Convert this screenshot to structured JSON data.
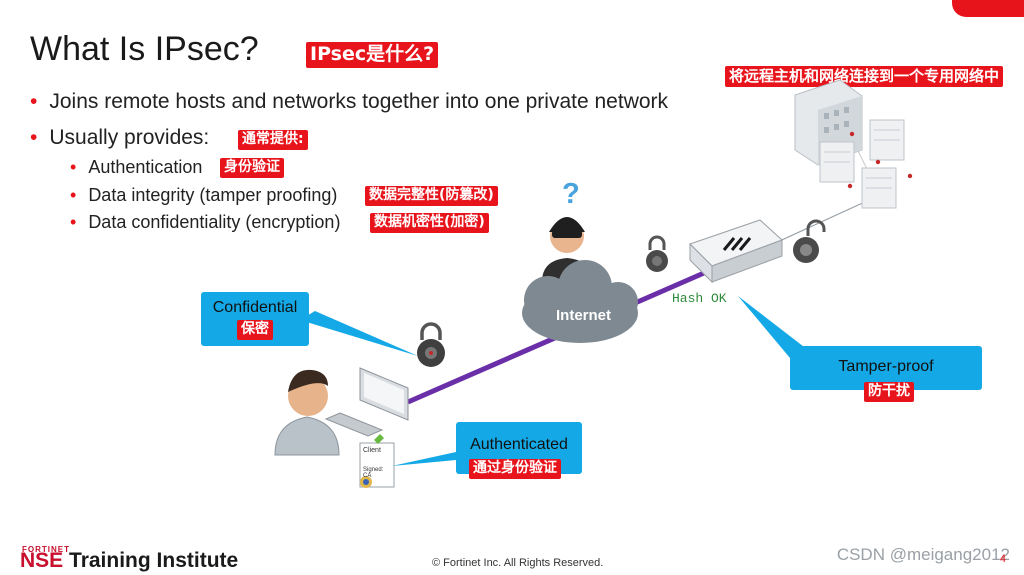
{
  "title": "What Is IPsec?",
  "title_cn": "IPsec是什么?",
  "top_right_cn": "将远程主机和网络连接到一个专用网络中",
  "bullets": [
    {
      "text": "Joins remote hosts and networks together into one private network"
    },
    {
      "text": "Usually provides:",
      "cn": "通常提供:"
    }
  ],
  "sub_bullets": [
    {
      "text": "Authentication",
      "cn": "身份验证"
    },
    {
      "text": "Data integrity (tamper proofing)",
      "cn": "数据完整性(防篡改)"
    },
    {
      "text": "Data confidentiality (encryption)",
      "cn": "数据机密性(加密)"
    }
  ],
  "diagram": {
    "cloud_label": "Internet",
    "question_mark": "?",
    "hash_label": "Hash OK",
    "cert_client": "Client",
    "cert_signed": "Signed: CA"
  },
  "callouts": {
    "confidential": {
      "en": "Confidential",
      "cn": "保密"
    },
    "tamper": {
      "en": "Tamper-proof",
      "cn": "防干扰"
    },
    "authenticated": {
      "en": "Authenticated",
      "cn": "通过身份验证"
    }
  },
  "footer": {
    "brand_small": "FORTINET",
    "brand_nse": "NSE",
    "brand_rest": " Training Institute",
    "copyright": "© Fortinet Inc. All Rights Reserved.",
    "watermark": "CSDN @meigang2012",
    "page_number": "4"
  },
  "colors": {
    "accent_red": "#e8141c",
    "callout_blue": "#14a9e6",
    "tunnel_purple": "#6a2fa8",
    "hash_green": "#2e8b3a"
  }
}
